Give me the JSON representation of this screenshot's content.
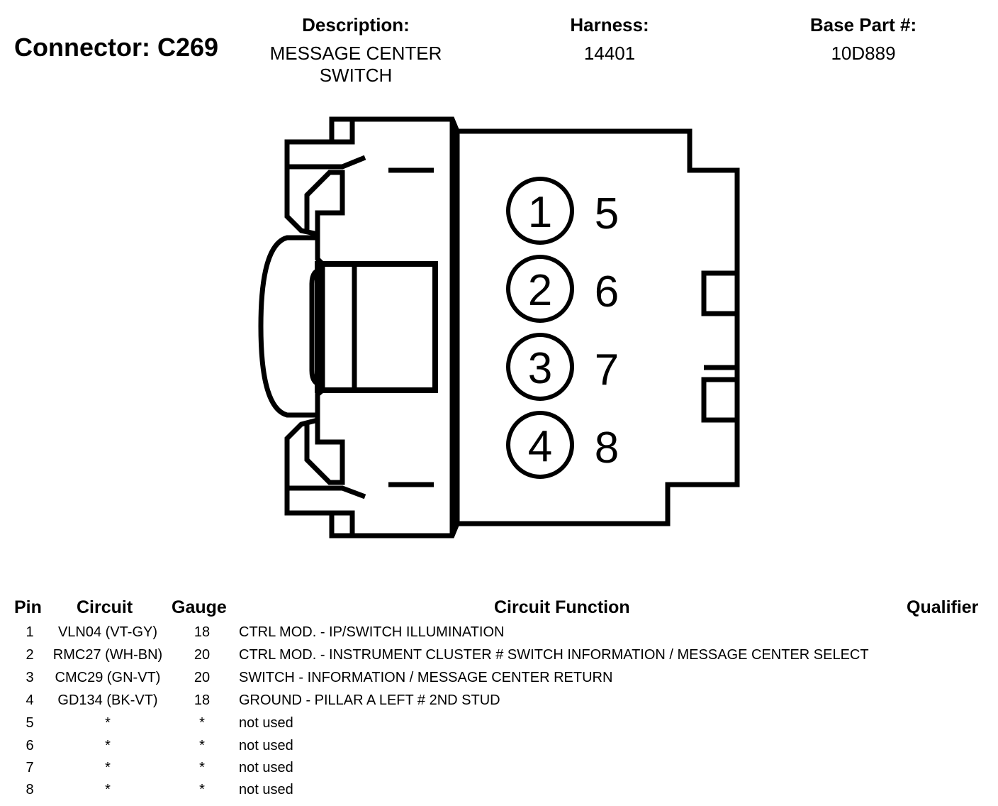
{
  "header": {
    "connector_label": "Connector: C269",
    "description_label": "Description:",
    "description_value": "MESSAGE CENTER SWITCH",
    "harness_label": "Harness:",
    "harness_value": "14401",
    "base_part_label": "Base Part #:",
    "base_part_value": "10D889"
  },
  "diagram": {
    "pin_numbers": [
      "1",
      "2",
      "3",
      "4",
      "5",
      "6",
      "7",
      "8"
    ]
  },
  "table": {
    "headers": {
      "pin": "Pin",
      "circuit": "Circuit",
      "gauge": "Gauge",
      "function": "Circuit Function",
      "qualifier": "Qualifier"
    },
    "rows": [
      {
        "pin": "1",
        "circuit": "VLN04 (VT-GY)",
        "gauge": "18",
        "function": "CTRL MOD. - IP/SWITCH ILLUMINATION"
      },
      {
        "pin": "2",
        "circuit": "RMC27 (WH-BN)",
        "gauge": "20",
        "function": "CTRL MOD. - INSTRUMENT CLUSTER # SWITCH INFORMATION / MESSAGE CENTER SELECT"
      },
      {
        "pin": "3",
        "circuit": "CMC29 (GN-VT)",
        "gauge": "20",
        "function": "SWITCH - INFORMATION / MESSAGE CENTER RETURN"
      },
      {
        "pin": "4",
        "circuit": "GD134 (BK-VT)",
        "gauge": "18",
        "function": "GROUND - PILLAR A LEFT # 2ND STUD"
      },
      {
        "pin": "5",
        "circuit": "*",
        "gauge": "*",
        "function": "not used"
      },
      {
        "pin": "6",
        "circuit": "*",
        "gauge": "*",
        "function": "not used"
      },
      {
        "pin": "7",
        "circuit": "*",
        "gauge": "*",
        "function": "not used"
      },
      {
        "pin": "8",
        "circuit": "*",
        "gauge": "*",
        "function": "not used"
      }
    ]
  }
}
